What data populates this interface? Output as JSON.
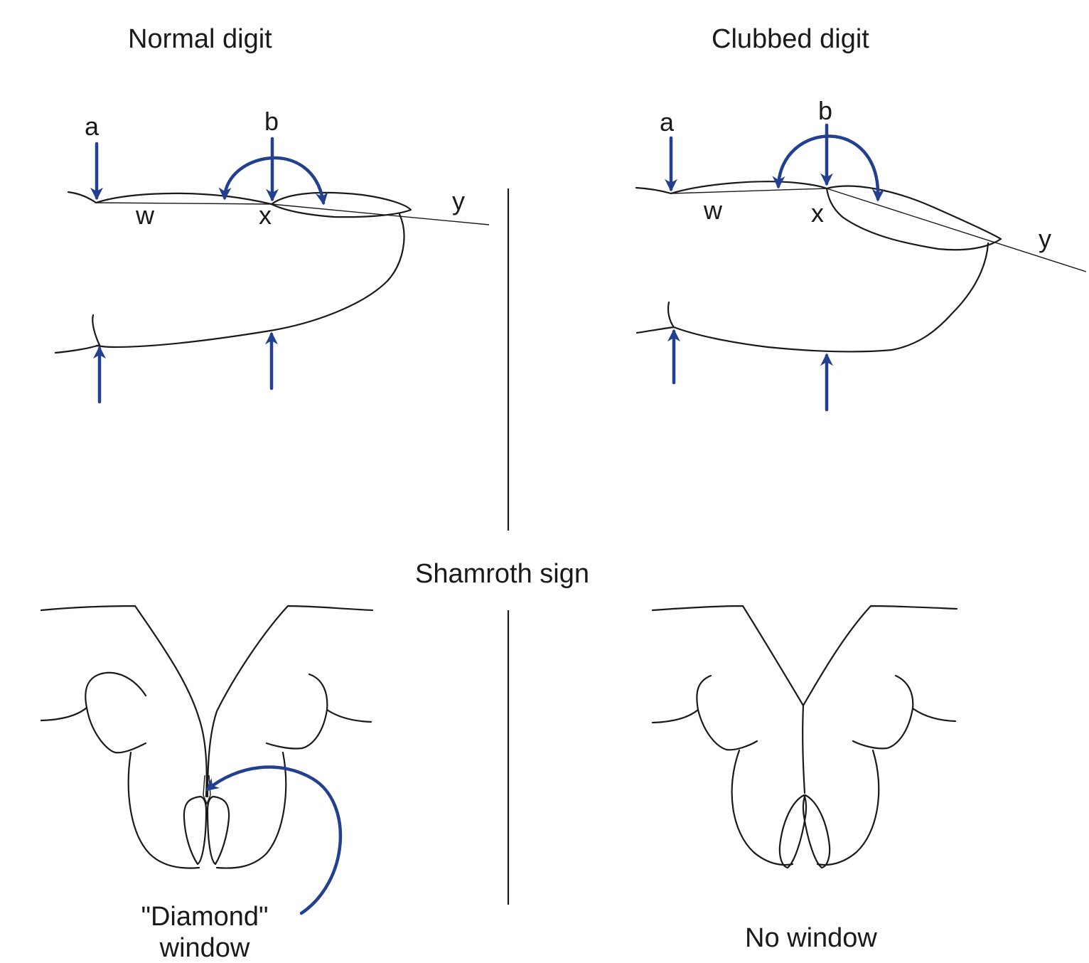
{
  "titles": {
    "normal": "Normal digit",
    "clubbed": "Clubbed digit",
    "shamroth": "Shamroth sign"
  },
  "point_labels": {
    "a": "a",
    "b": "b",
    "w": "w",
    "x": "x",
    "y": "y"
  },
  "captions": {
    "diamond_line1": "\"Diamond\"",
    "diamond_line2": "window",
    "no_window": "No window"
  },
  "colors": {
    "arrow": "#22408f",
    "line": "#1a1a1a"
  }
}
